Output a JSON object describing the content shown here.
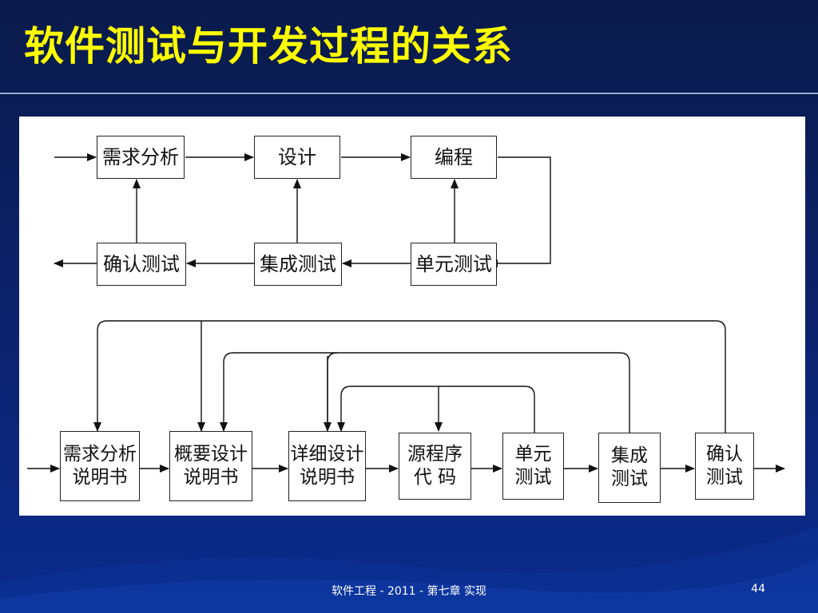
{
  "slide": {
    "title": "软件测试与开发过程的关系",
    "footer": "软件工程 - 2011 - 第七章 实现",
    "page_number": "44"
  },
  "diagram_top": {
    "dev": [
      "需求分析",
      "设计",
      "编程"
    ],
    "test": [
      "确认测试",
      "集成测试",
      "单元测试"
    ]
  },
  "diagram_bottom": {
    "stages": [
      "需求分析\n说明书",
      "概要设计\n说明书",
      "详细设计\n说明书",
      "源程序\n代 码",
      "单元\n测试",
      "集成\n测试",
      "确认\n测试"
    ]
  },
  "colors": {
    "title": "#ffff00",
    "background": "#0c2168",
    "panel": "#ffffff"
  }
}
